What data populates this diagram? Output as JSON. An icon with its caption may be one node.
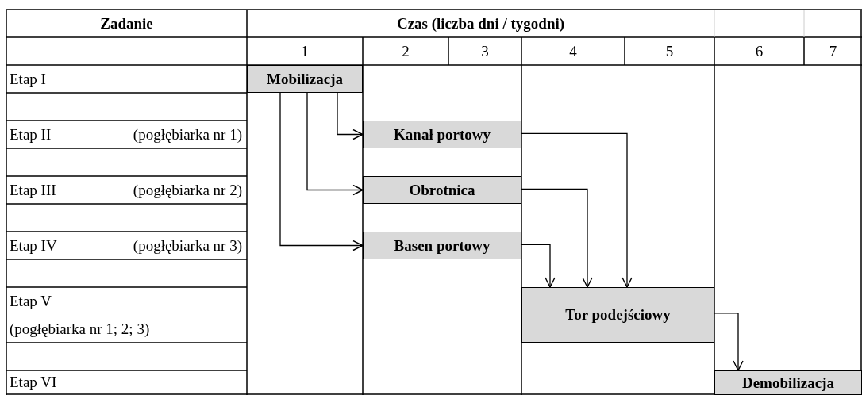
{
  "diagram": {
    "nodes": [
      {
        "text": [
          "Mobilizacja"
        ]
      },
      {
        "text": [
          "Kanał portowy"
        ]
      },
      {
        "text": [
          "Obrotnica"
        ]
      },
      {
        "text": [
          "Basen portowy"
        ]
      },
      {
        "text": [
          "Tor podejściowy"
        ]
      },
      {
        "text": [
          "Demobilizacja"
        ]
      }
    ],
    "edges": [
      {
        "from": 0,
        "to": 1,
        "arrow": "to"
      },
      {
        "from": 0,
        "to": 2,
        "arrow": "to"
      },
      {
        "from": 0,
        "to": 3,
        "arrow": "to"
      },
      {
        "from": 1,
        "to": 4,
        "arrow": "to"
      },
      {
        "from": 2,
        "to": 4,
        "arrow": "to"
      },
      {
        "from": 3,
        "to": 4,
        "arrow": "to"
      },
      {
        "from": 4,
        "to": 5,
        "arrow": "to"
      }
    ],
    "labels": [
      "Zadanie",
      "Czas (liczba dni / tygodni)",
      "1",
      "2",
      "3",
      "4",
      "5",
      "6",
      "7",
      "Etap I",
      "Etap II",
      "(pogłębiarka nr 1)",
      "Etap III",
      "(pogłębiarka nr 2)",
      "Etap IV",
      "(pogłębiarka nr 3)",
      "Etap V",
      "(pogłębiarka nr 1; 2; 3)",
      "Etap VI"
    ]
  }
}
